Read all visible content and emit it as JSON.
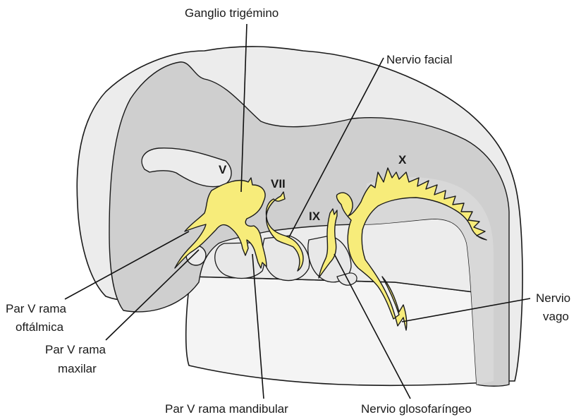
{
  "labels": {
    "ganglio_trigemino": "Ganglio trigémino",
    "nervio_facial": "Nervio facial",
    "rama_oftalmica_1": "Par V rama",
    "rama_oftalmica_2": "oftálmica",
    "rama_maxilar_1": "Par V rama",
    "rama_maxilar_2": "maxilar",
    "rama_mandibular": "Par V rama mandibular",
    "nervio_glosofaringeo": "Nervio glosofaríngeo",
    "nervio_vago_1": "Nervio",
    "nervio_vago_2": "vago"
  },
  "roman_numerals": {
    "v": "V",
    "vii": "VII",
    "ix": "IX",
    "x": "X"
  },
  "colors": {
    "nerve_fill": "#f7ec7a",
    "outer_body": "#ececec",
    "brain": "#cfcfcf",
    "lower_body": "#f4f4f4",
    "outline": "#1a1a1a"
  }
}
